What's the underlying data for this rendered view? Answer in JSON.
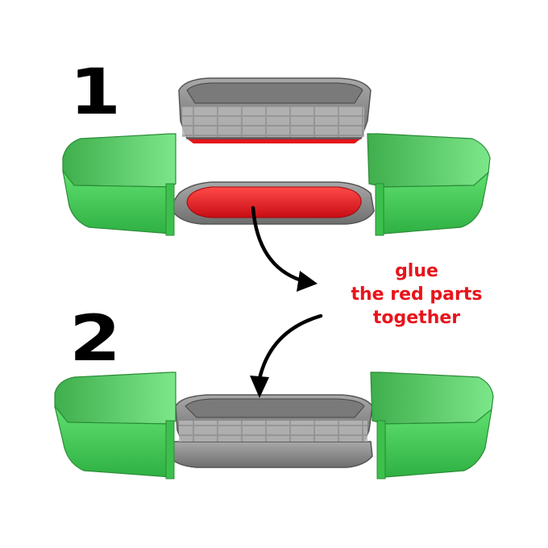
{
  "steps": [
    {
      "number": "1"
    },
    {
      "number": "2"
    }
  ],
  "instruction": {
    "lines": [
      "glue",
      "the red parts",
      "together"
    ],
    "color": "#e8141b"
  },
  "colors": {
    "green_part": "#4cd35c",
    "green_dark": "#2f9e3c",
    "gray_tray": "#8c8c8c",
    "red_surface": "#e3151c",
    "arrow": "#000000"
  },
  "icons": [
    "left-green-bracket",
    "right-green-bracket",
    "gray-tray",
    "red-glue-surface",
    "curved-arrow"
  ]
}
